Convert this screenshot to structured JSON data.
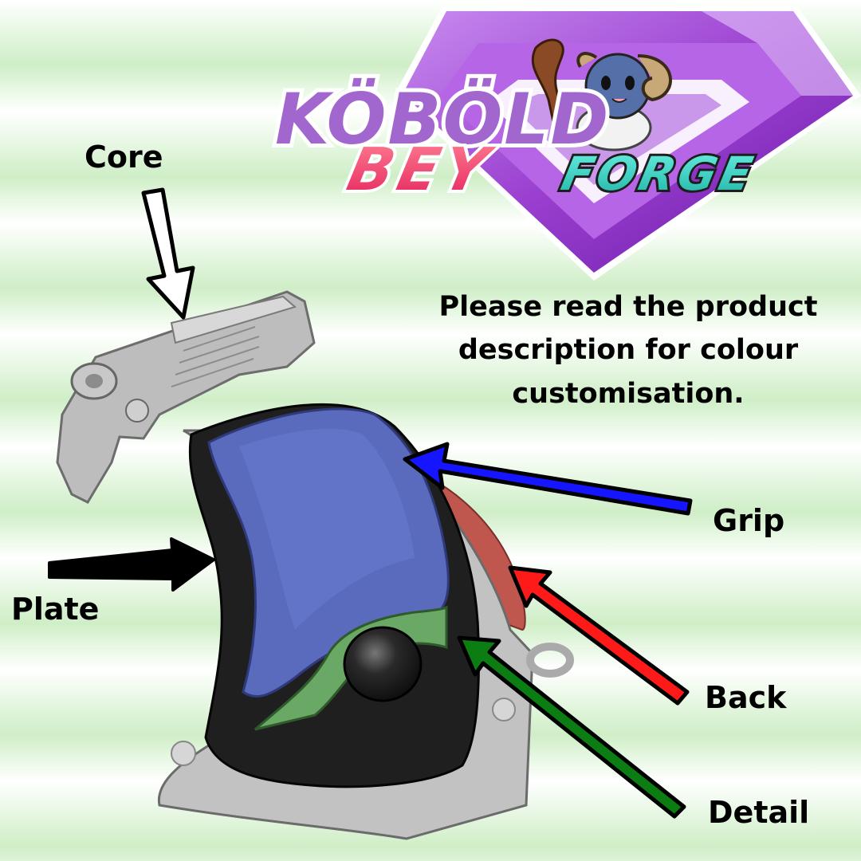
{
  "logo": {
    "line1": "KÖBÖLD",
    "line2a": "BEY",
    "line2b": "FORGE",
    "icon": "kobold-mascot-logo"
  },
  "note": {
    "line1": "Please read the product",
    "line2": "description for colour",
    "line3": "customisation."
  },
  "labels": {
    "core": "Core",
    "grip": "Grip",
    "plate": "Plate",
    "back": "Back",
    "detail": "Detail"
  },
  "colors": {
    "core": "#b9b9b9",
    "grip": "#5a6bbd",
    "plate": "#1e1e1e",
    "back": "#c0574f",
    "detail": "#6aa865",
    "gem": "#9a3fd0",
    "logo_purple": "#a267cf",
    "logo_pink": "#f04a72",
    "logo_teal": "#3fd2c2",
    "arrow_core": "#ffffff",
    "arrow_grip": "#1515ff",
    "arrow_plate": "#000000",
    "arrow_back": "#ff1a1a",
    "arrow_detail": "#0b7d12"
  }
}
